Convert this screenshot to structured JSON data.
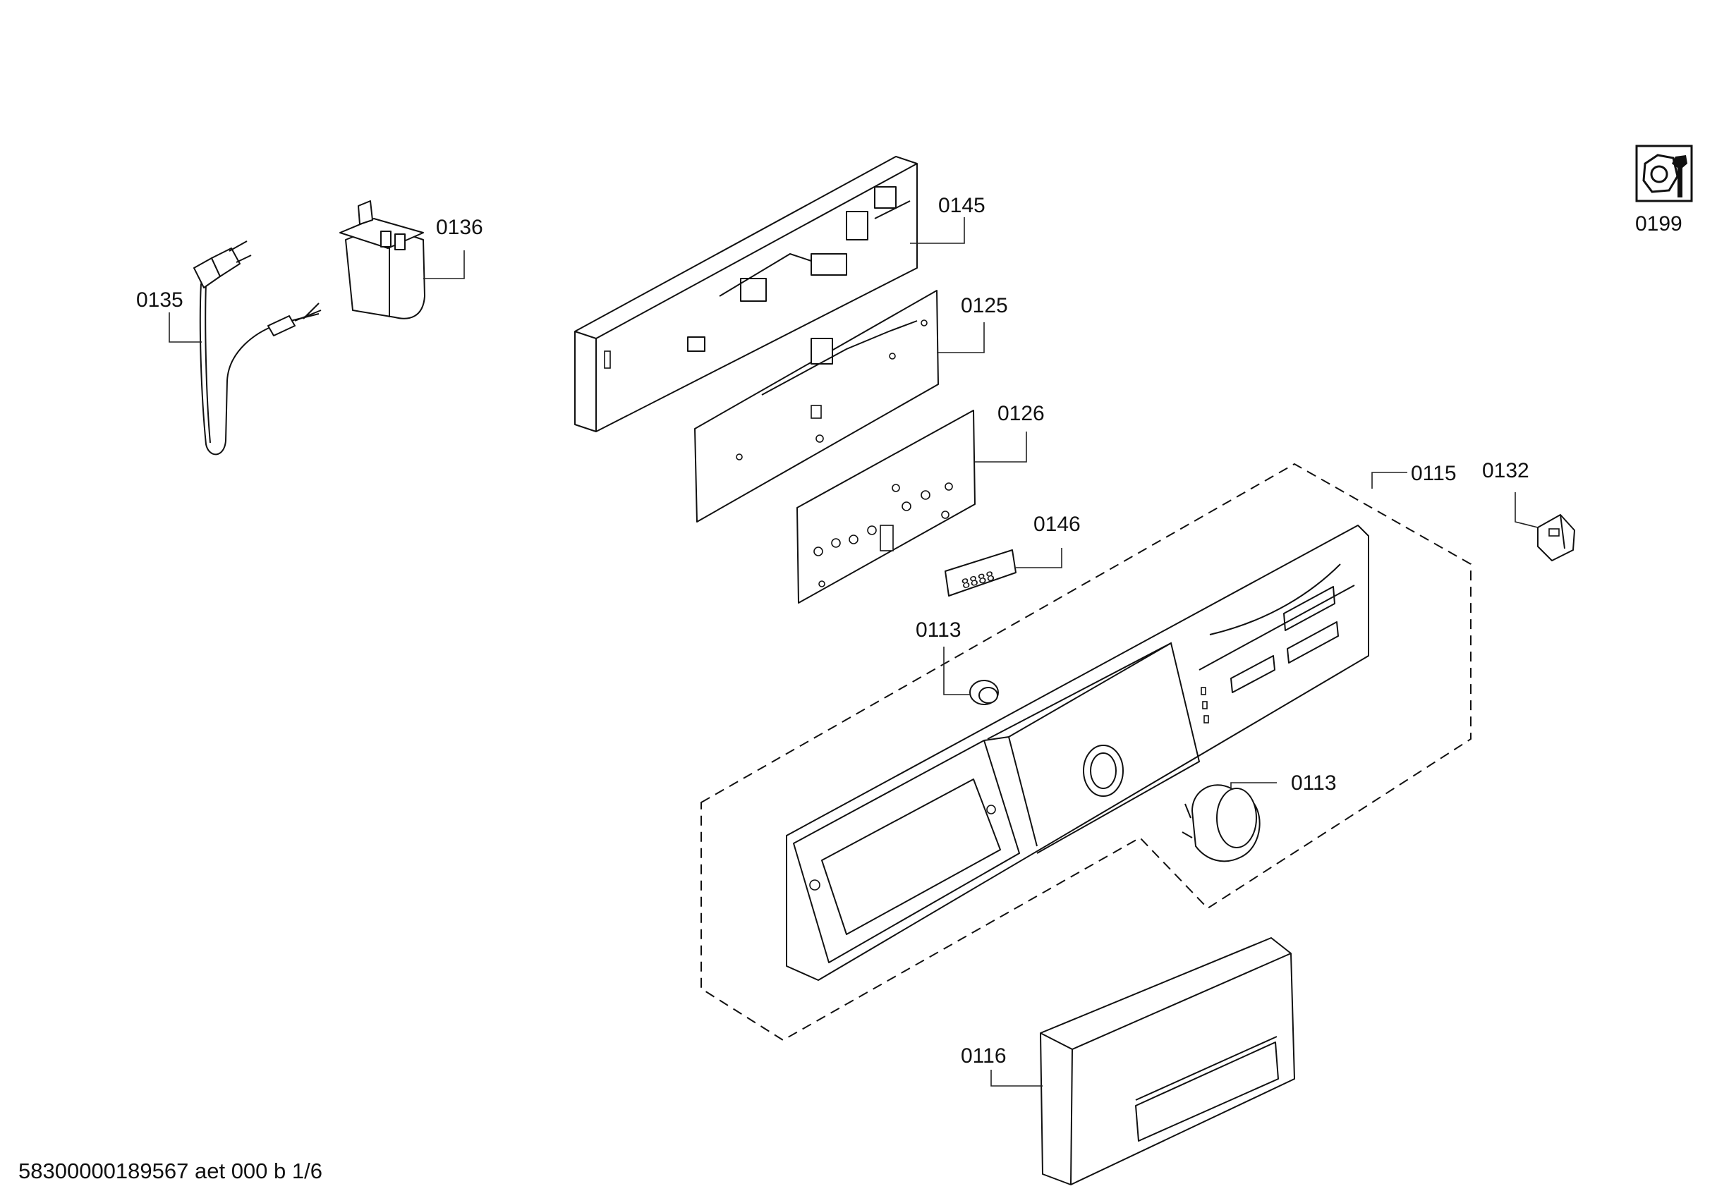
{
  "parts": [
    {
      "id": "p0135",
      "label": "0135"
    },
    {
      "id": "p0136",
      "label": "0136"
    },
    {
      "id": "p0145",
      "label": "0145"
    },
    {
      "id": "p0125",
      "label": "0125"
    },
    {
      "id": "p0126",
      "label": "0126"
    },
    {
      "id": "p0146",
      "label": "0146"
    },
    {
      "id": "p0113a",
      "label": "0113"
    },
    {
      "id": "p0113b",
      "label": "0113"
    },
    {
      "id": "p0115",
      "label": "0115"
    },
    {
      "id": "p0132",
      "label": "0132"
    },
    {
      "id": "p0116",
      "label": "0116"
    },
    {
      "id": "p0199",
      "label": "0199"
    }
  ],
  "display": {
    "digits": "8888"
  },
  "footer": {
    "text": "58300000189567 aet 000 b 1/6"
  }
}
